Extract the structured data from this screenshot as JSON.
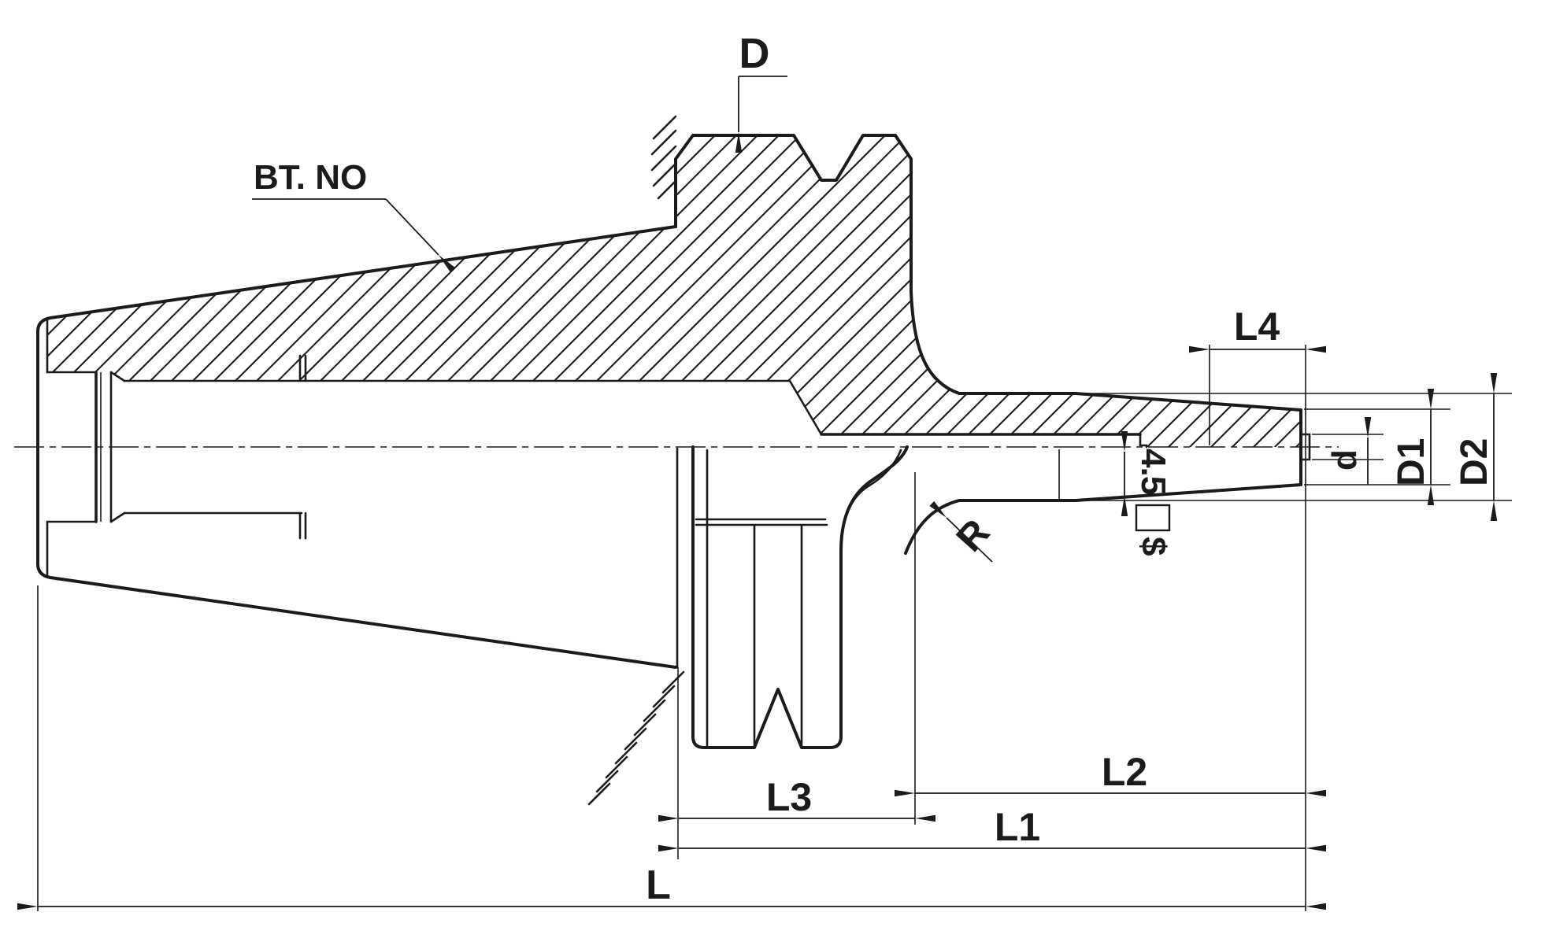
{
  "labels": {
    "flange_diameter": "D",
    "shank_series": "BT. NO",
    "taper_length": "L4",
    "pilot_diameter": "d",
    "taper_small_diameter": "D1",
    "taper_large_diameter": "D2",
    "step_value": "4.5",
    "step_suffix": "$",
    "fillet_radius": "R",
    "chuck_length": "L3",
    "arbor_length": "L2",
    "projection_length": "L1",
    "overall_length": "L"
  },
  "style": {
    "line_color": "#1b1b1b",
    "background": "#ffffff"
  }
}
